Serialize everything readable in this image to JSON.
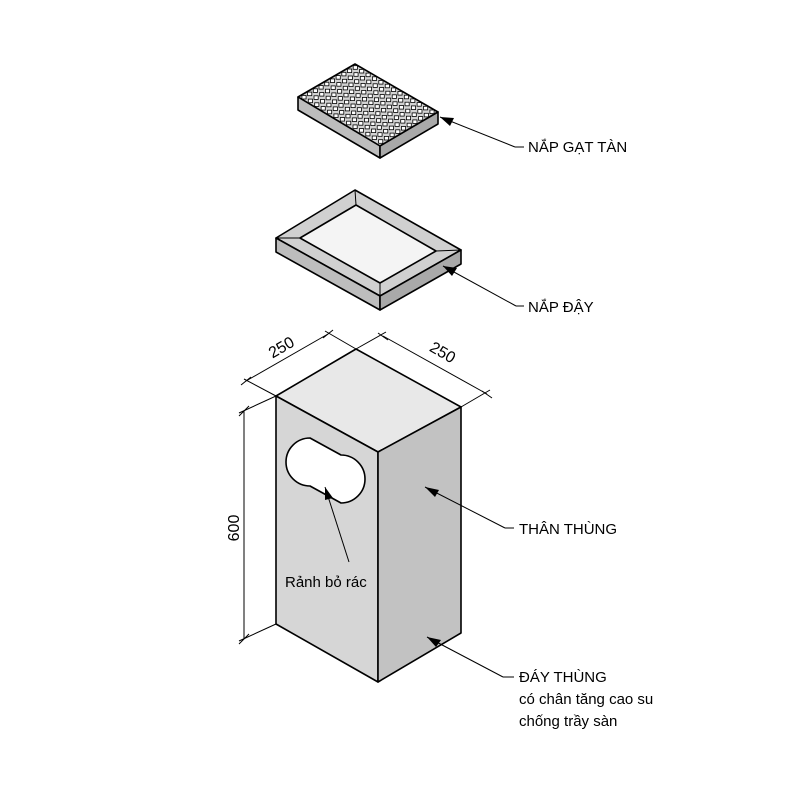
{
  "labels": {
    "ashtray_lid": "NẮP GẠT TÀN",
    "cover_lid": "NẮP ĐẬY",
    "body": "THÂN THÙNG",
    "slot": "Rảnh bỏ rác",
    "base_line1": "ĐÁY THÙNG",
    "base_line2": "có chân tăng cao su",
    "base_line3": "chống trầy sàn"
  },
  "dimensions": {
    "width_left": "250",
    "width_right": "250",
    "height": "600"
  },
  "ashtray_grid": {
    "rows": 10,
    "cols": 13
  }
}
